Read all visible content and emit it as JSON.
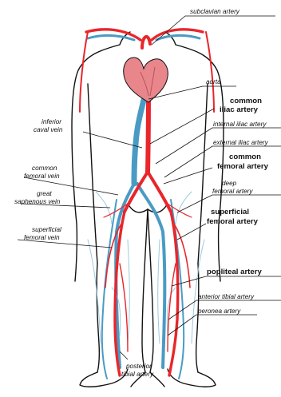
{
  "diagram": {
    "labels_right": {
      "subclavian": "subclavian artery",
      "aorta": "aorta",
      "common_iliac_1": "common",
      "common_iliac_2": "iliac artery",
      "internal_iliac": "internal iliac artery",
      "external_iliac": "external iliac artery",
      "common_femoral_1": "common",
      "common_femoral_2": "femoral artery",
      "deep_femoral_1": "deep",
      "deep_femoral_2": "femoral artery",
      "superficial_femoral_1": "superficial",
      "superficial_femoral_2": "femoral artery",
      "popliteal": "popliteal artery",
      "anterior_tibial": "anterior tibial artery",
      "peronea": "peronea artery"
    },
    "labels_left": {
      "inferior_caval_1": "inferior",
      "inferior_caval_2": "caval vein",
      "common_femoral_vein_1": "common",
      "common_femoral_vein_2": "femoral vein",
      "great_saphenous_1": "great",
      "great_saphenous_2": "saphenous vein",
      "superficial_femoral_vein_1": "superficial",
      "superficial_femoral_vein_2": "femoral vein"
    },
    "labels_bottom": {
      "posterior_tibial_1": "posterior",
      "posterior_tibial_2": "tibial artery"
    },
    "colors": {
      "artery": "#e8262b",
      "vein": "#4a9bc4",
      "vein_light": "#9ccae0",
      "heart": "#e8868c",
      "outline": "#111111"
    }
  }
}
